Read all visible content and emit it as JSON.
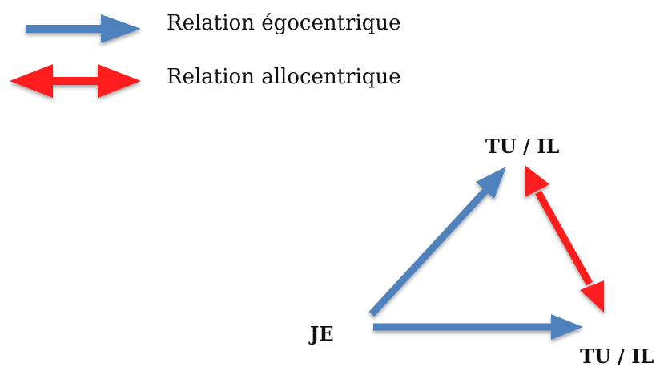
{
  "colors": {
    "egocentric": "#4f81bd",
    "allocentric": "#ff1a1a",
    "text": "#111111",
    "background": "#ffffff"
  },
  "legend": {
    "egocentric_label": "Relation égocentrique",
    "allocentric_label": "Relation allocentrique"
  },
  "nodes": {
    "je": "JE",
    "tu_il_top": "TU / IL",
    "tu_il_bottom": "TU / IL"
  }
}
